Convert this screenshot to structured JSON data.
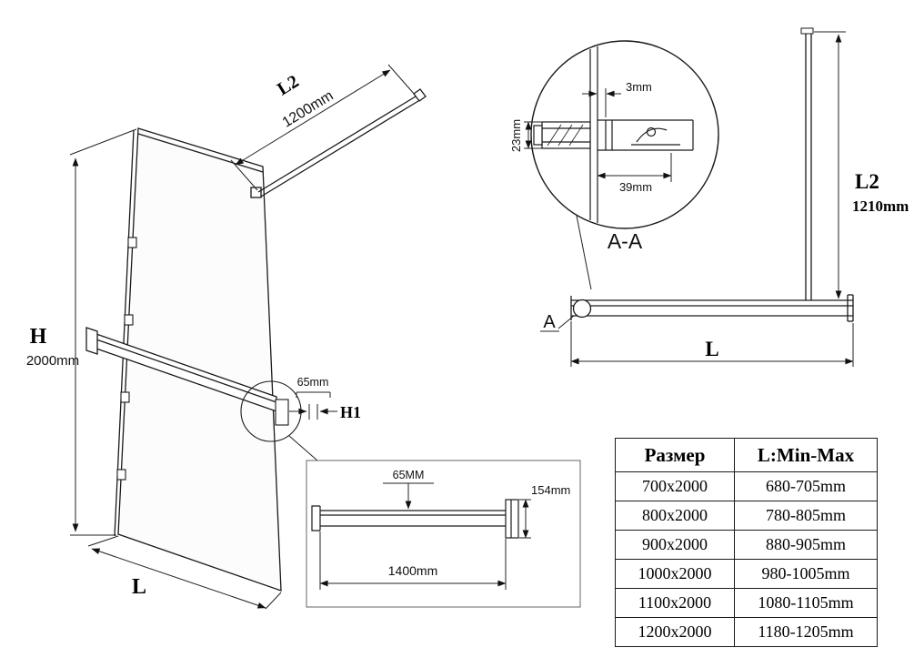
{
  "colors": {
    "line": "#1a1a1a",
    "background": "#ffffff"
  },
  "main_view": {
    "h_label": "H",
    "h_value": "2000mm",
    "l_label": "L",
    "l2_label": "L2",
    "l2_value": "1200mm",
    "dim_65": "65mm",
    "h1_label": "H1"
  },
  "section_detail": {
    "title": "A-A",
    "dim_top": "3mm",
    "dim_left": "23mm",
    "dim_bottom": "39mm"
  },
  "front_view": {
    "l2_label": "L2",
    "l2_value": "1210mm",
    "l_label": "L",
    "marker_label": "A"
  },
  "rail_detail": {
    "dim_height": "65MM",
    "dim_bracket": "154mm",
    "dim_length": "1400mm"
  },
  "size_table": {
    "headers": {
      "size": "Размер",
      "range": "L:Min-Max"
    },
    "rows": [
      {
        "size": "700x2000",
        "range": "680-705mm"
      },
      {
        "size": "800x2000",
        "range": "780-805mm"
      },
      {
        "size": "900x2000",
        "range": "880-905mm"
      },
      {
        "size": "1000x2000",
        "range": "980-1005mm"
      },
      {
        "size": "1100x2000",
        "range": "1080-1105mm"
      },
      {
        "size": "1200x2000",
        "range": "1180-1205mm"
      }
    ]
  }
}
